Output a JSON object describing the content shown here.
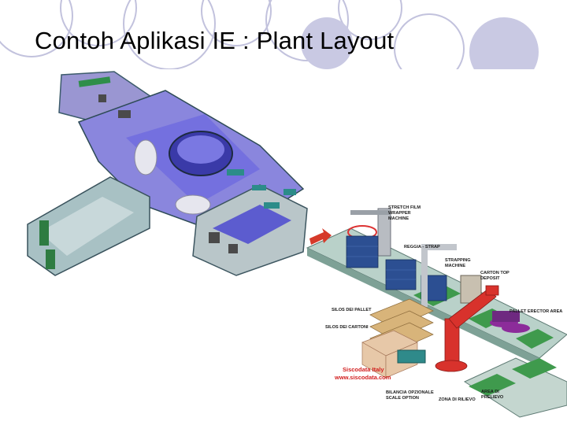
{
  "slide": {
    "title": "Contoh Aplikasi IE : Plant Layout",
    "theme_colors": {
      "circle_fill": "#c9c9e3",
      "circle_outline": "#b5b5d6"
    }
  },
  "figure_office": {
    "icon": "office-floor-plan-3d-render"
  },
  "figure_packaging": {
    "icon": "packaging-line-3d-render",
    "labels": {
      "stretch_film": "STRETCH FILM",
      "wrapper": "WRAPPER",
      "machine": "MACHINE",
      "reggia_strap": "REGGIA - STRAP",
      "strapping": "STRAPPING",
      "strap_machine": "MACHINE",
      "carton_top": "CARTON TOP",
      "deposit": "DEPOSIT",
      "silos_pallet": "SILOS DEI PALLET",
      "silos_carton": "SILOS DEI CARTONI",
      "pallet_erector": "PALLET ERECTOR AREA",
      "bilancia": "BILANCIA OPZIONALE",
      "scale_option": "SCALE OPTION",
      "zona": "ZONA DI RILIEVO",
      "area": "AREA DI",
      "prelievo": "PRELIEVO"
    },
    "brand_name": "Siscodata Italy",
    "brand_url": "www.siscodata.com"
  }
}
